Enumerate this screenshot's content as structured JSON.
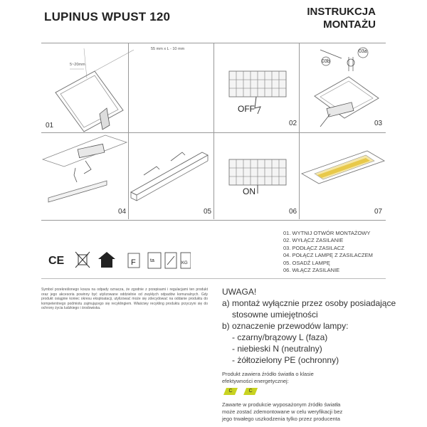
{
  "header": {
    "product_title": "LUPINUS WPUST 120",
    "doc_title_line1": "INSTRUKCJA",
    "doc_title_line2": "MONTAŻU"
  },
  "panels": {
    "p01": {
      "number": "01",
      "dim_label": "55 mm x L - 10 mm",
      "margin_label": "5~20mm"
    },
    "p02": {
      "number": "02",
      "state_label": "OFF"
    },
    "p03": {
      "number": "03",
      "callout_a": "03a",
      "callout_b": "03b"
    },
    "p04": {
      "number": "04"
    },
    "p05": {
      "number": "05"
    },
    "p06": {
      "number": "06",
      "state_label": "ON"
    },
    "p07": {
      "number": "07"
    }
  },
  "steps": [
    "01. WYTNIJ OTWÓR MONTAŻOWY",
    "02. WYŁĄCZ ZASILANIE",
    "03. PODŁĄCZ ZASILACZ",
    "04. POŁĄCZ LAMPĘ Z ZASILACZEM",
    "05. OSADŹ LAMPĘ",
    "06. WŁĄCZ ZASILANIE"
  ],
  "certification_icons": [
    {
      "name": "ce-mark-icon",
      "text": "CE"
    },
    {
      "name": "crossed-bin-icon"
    },
    {
      "name": "class-iii-house-icon"
    },
    {
      "name": "f-mark-icon",
      "text": "F"
    },
    {
      "name": "ta-temperature-icon",
      "text": "ta"
    },
    {
      "name": "flammable-surface-icon"
    },
    {
      "name": "max-weight-icon",
      "text": "KG"
    }
  ],
  "recycling_text": "Symbol przekreślonego kosza na odpady oznacza, że zgodnie z przepisami i regulacjami ten produkt oraz jego akcesoria powinny być utylizowane oddzielnie od zwykłych odpadów komunalnych. Gdy produkt osiągnie koniec okresu eksploatacji, utylizować może się zdecydować na oddanie produktu do kompetentnego podmiotu zajmującego się recyklingiem. Właściwy recykling produktu przyczyni się do ochrony życia ludzkiego i środowiska.",
  "warning": {
    "heading": "UWAGA!",
    "line_a1": "a) montaż wyłącznie przez osoby posiadające",
    "line_a2": "stosowne umiejętności",
    "line_b": "b) oznaczenie przewodów lampy:",
    "wire_1": "- czarny/brązowy L (faza)",
    "wire_2": "- niebieski N (neutralny)",
    "wire_3": "- żółtozielony PE (ochronny)"
  },
  "energy": {
    "line1": "Produkt zawiera źródło światła o klasie",
    "line2": "efektywności energetycznej:",
    "class_1": "C",
    "class_2": "C",
    "badge_color": "#c8d320"
  },
  "replacement_note": {
    "line1": "Zawarte w produkcie wyposażonym źródło światła",
    "line2": "może zostać zdemontowane w celu weryfikacji bez",
    "line3": "jego trwałego uszkodzenia tylko przez producenta"
  }
}
